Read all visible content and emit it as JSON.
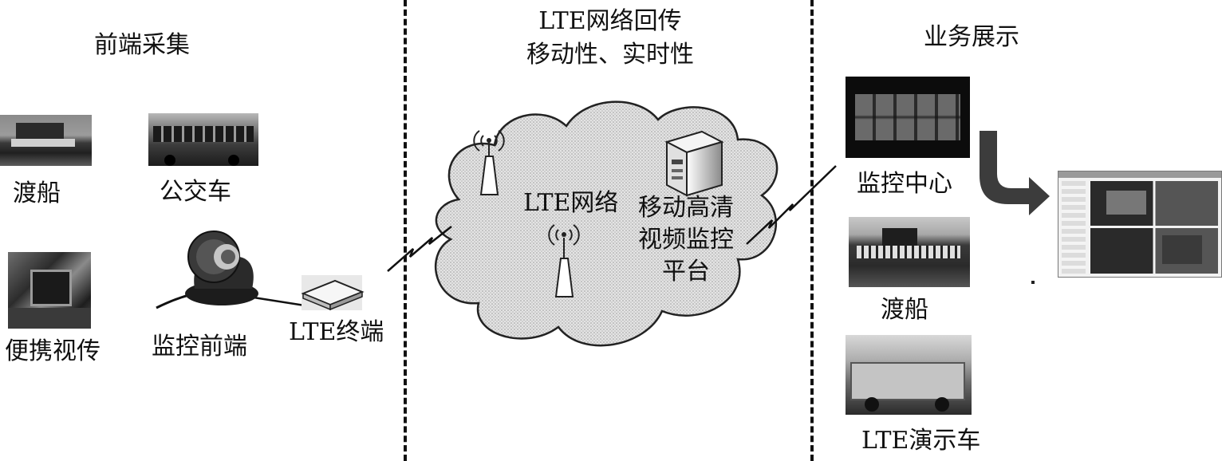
{
  "sections": {
    "left": {
      "title": "前端采集"
    },
    "middle": {
      "title_line1": "LTE网络回传",
      "title_line2": "移动性、实时性"
    },
    "right": {
      "title": "业务展示"
    }
  },
  "left": {
    "ferry_label": "渡船",
    "bus_label": "公交车",
    "portable_label": "便携视传",
    "camera_label": "监控前端",
    "terminal_label": "LTE终端"
  },
  "cloud": {
    "network_label": "LTE网络",
    "platform_line1": "移动高清",
    "platform_line2": "视频监控",
    "platform_line3": "平台"
  },
  "right": {
    "monitor_center_label": "监控中心",
    "ferry_label": "渡船",
    "demo_vehicle_label": "LTE演示车"
  }
}
